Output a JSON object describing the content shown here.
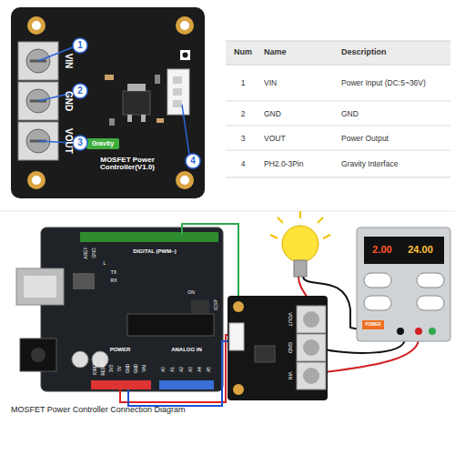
{
  "diagram": {
    "caption": "MOSFET Power Controller Connection Diagram",
    "labels": [
      "VIN",
      "GND",
      "VOUT",
      "1",
      "2",
      "3",
      "4",
      "Gravity",
      "MOSFET Power Controller(V1.0)",
      "Num",
      "Name",
      "Description",
      "1",
      "VIN",
      "Power Input (DC:5~36V)",
      "2",
      "GND",
      "GND",
      "3",
      "VOUT",
      "Power Output",
      "4",
      "PH2.0-3Pin",
      "Gravity Interface",
      "AREF",
      "GND",
      "DIGITAL (PWM~)",
      "TX",
      "RX",
      "L",
      "ON",
      "ICSP",
      "POWER",
      "ANALOG IN",
      "IOREF",
      "RESET",
      "3V3",
      "5V",
      "GND",
      "GND",
      "VIN",
      "A0",
      "A1",
      "A2",
      "A3",
      "A4",
      "A5",
      "VOUT",
      "GND",
      "VIN",
      "2.00",
      "24.00",
      "POWER"
    ]
  }
}
